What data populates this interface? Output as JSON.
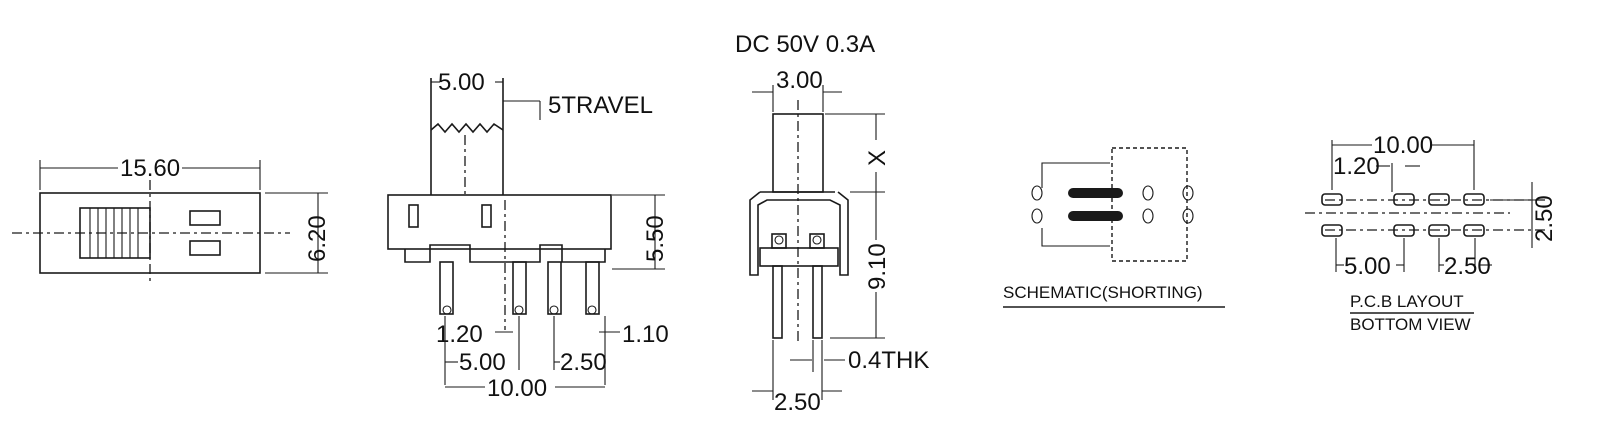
{
  "rating": "DC  50V  0.3A",
  "top_view": {
    "length": "15.60",
    "width": "6.20"
  },
  "front_view": {
    "knob_width": "5.00",
    "travel": "5TRAVEL",
    "body_height": "5.50",
    "pin_diameter": "1.20",
    "pin_width": "1.10",
    "pitch_a": "5.00",
    "pitch_b": "2.50",
    "overall": "10.00"
  },
  "side_view": {
    "knob_width": "3.00",
    "knob_height": "X",
    "height": "9.10",
    "thickness": "0.4THK",
    "pin_pitch": "2.50"
  },
  "schematic": {
    "caption": "SCHEMATIC(SHORTING)"
  },
  "pcb_layout": {
    "overall": "10.00",
    "pad_size": "1.20",
    "row_pitch": "2.50",
    "pitch_a": "5.00",
    "pitch_b": "2.50",
    "caption_line1": "P.C.B LAYOUT",
    "caption_line2": "BOTTOM VIEW"
  }
}
